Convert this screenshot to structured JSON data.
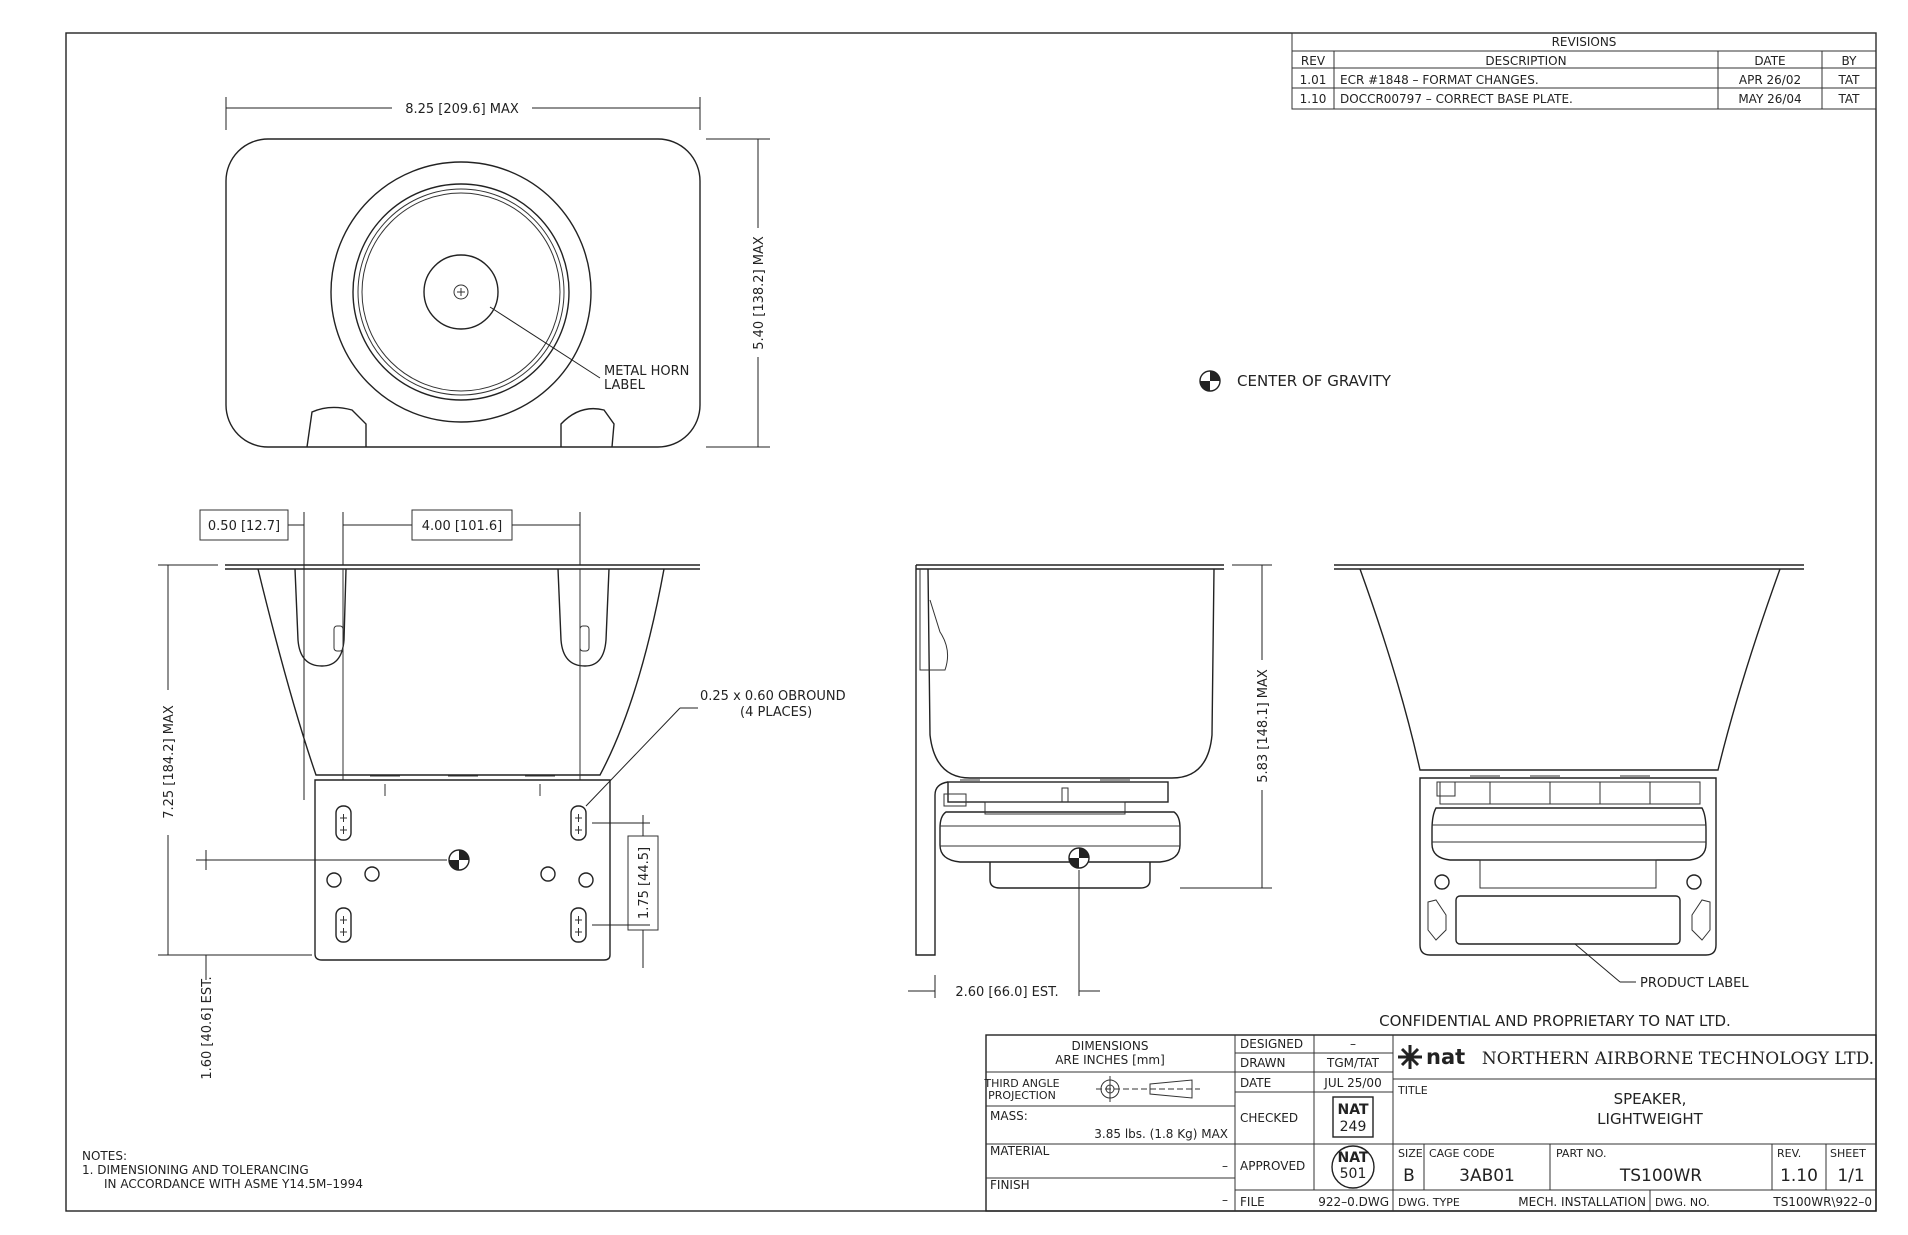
{
  "revisions": {
    "header": "REVISIONS",
    "columns": [
      "REV",
      "DESCRIPTION",
      "DATE",
      "BY"
    ],
    "rows": [
      {
        "rev": "1.01",
        "desc": "ECR #1848 – FORMAT CHANGES.",
        "date": "APR 26/02",
        "by": "TAT"
      },
      {
        "rev": "1.10",
        "desc": "DOCCR00797 – CORRECT BASE PLATE.",
        "date": "MAY 26/04",
        "by": "TAT"
      }
    ]
  },
  "top_view": {
    "width_dim": "8.25 [209.6] MAX",
    "height_dim": "5.40 [138.2] MAX",
    "label_callout_1": "METAL HORN",
    "label_callout_2": "LABEL"
  },
  "legend": {
    "cog": "CENTER OF GRAVITY"
  },
  "front_view": {
    "dim_edge": "0.50 [12.7]",
    "dim_spacing": "4.00 [101.6]",
    "dim_height": "7.25 [184.2] MAX",
    "dim_slot_spacing": "1.75 [44.5]",
    "dim_cog": "1.60 [40.6] EST.",
    "obround_1": "0.25 x 0.60 OBROUND",
    "obround_2": "(4 PLACES)"
  },
  "side_view": {
    "dim_height": "5.83 [148.1] MAX",
    "dim_cog": "2.60 [66.0] EST."
  },
  "rear_view": {
    "label_callout": "PRODUCT LABEL"
  },
  "notes": {
    "title": "NOTES:",
    "line1": "1. DIMENSIONING AND TOLERANCING",
    "line2": "IN ACCORDANCE WITH ASME Y14.5M–1994"
  },
  "title_block": {
    "confidential": "CONFIDENTIAL AND PROPRIETARY TO NAT LTD.",
    "dims_1": "DIMENSIONS",
    "dims_2": "ARE INCHES [mm]",
    "projection_1": "THIRD ANGLE",
    "projection_2": "PROJECTION",
    "mass_label": "MASS:",
    "mass_value": "3.85 lbs. (1.8 Kg) MAX",
    "material_label": "MATERIAL",
    "material_value": "–",
    "finish_label": "FINISH",
    "finish_value": "–",
    "designed_label": "DESIGNED",
    "designed_value": "–",
    "drawn_label": "DRAWN",
    "drawn_value": "TGM/TAT",
    "date_label": "DATE",
    "date_value": "JUL 25/00",
    "checked_label": "CHECKED",
    "checked_stamp_1": "NAT",
    "checked_stamp_2": "249",
    "approved_label": "APPROVED",
    "approved_stamp_1": "NAT",
    "approved_stamp_2": "501",
    "file_label": "FILE",
    "file_value": "922–0.DWG",
    "logo": "nat",
    "company": "NORTHERN AIRBORNE TECHNOLOGY LTD.",
    "title_label": "TITLE",
    "title_1": "SPEAKER,",
    "title_2": "LIGHTWEIGHT",
    "size_label": "SIZE",
    "size_value": "B",
    "cage_label": "CAGE CODE",
    "cage_value": "3AB01",
    "part_label": "PART NO.",
    "part_value": "TS100WR",
    "rev_label": "REV.",
    "rev_value": "1.10",
    "sheet_label": "SHEET",
    "sheet_value": "1/1",
    "dwg_type_label": "DWG. TYPE",
    "dwg_type_value": "MECH. INSTALLATION",
    "dwg_no_label": "DWG. NO.",
    "dwg_no_value": "TS100WR\\922–0"
  }
}
